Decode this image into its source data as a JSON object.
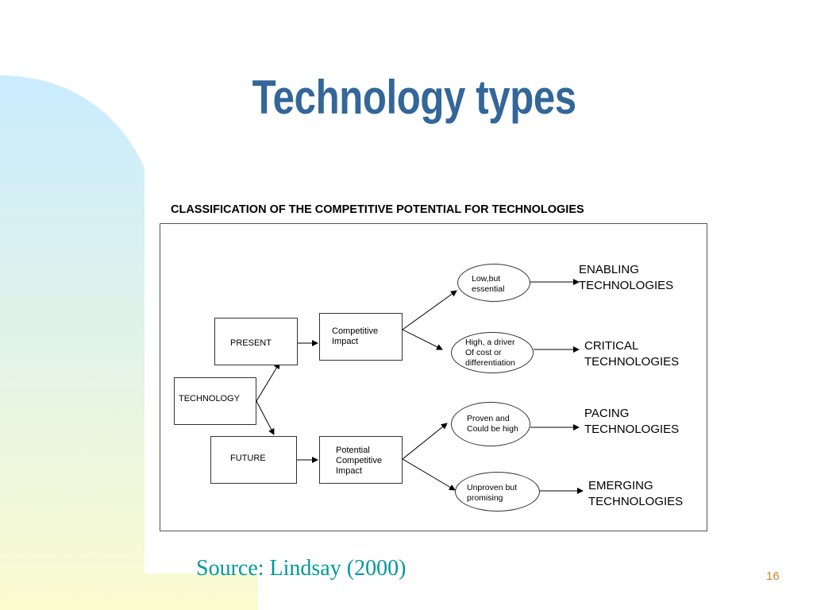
{
  "slide": {
    "title": "Technology types",
    "source": "Source: Lindsay (2000)",
    "page_number": "16"
  },
  "diagram": {
    "heading": "CLASSIFICATION OF THE COMPETITIVE POTENTIAL FOR TECHNOLOGIES",
    "root": "TECHNOLOGY",
    "timeframes": {
      "present": "PRESENT",
      "future": "FUTURE"
    },
    "impacts": {
      "present": "Competitive\nImpact",
      "future": "Potential\nCompetitive\nImpact"
    },
    "outcomes": [
      {
        "label": "Low,but\nessential",
        "category": "ENABLING\nTECHNOLOGIES"
      },
      {
        "label": "High, a driver\nOf cost or\ndifferentiation",
        "category": "CRITICAL\nTECHNOLOGIES"
      },
      {
        "label": "Proven and\nCould be high",
        "category": "PACING\nTECHNOLOGIES"
      },
      {
        "label": "Unproven but\npromising",
        "category": "EMERGING\nTECHNOLOGIES"
      }
    ]
  },
  "colors": {
    "title": "#336699",
    "source": "#009999",
    "page_number": "#d9822b",
    "background_gradient_top": "#c9ecff",
    "background_gradient_bottom": "#fbfbd0"
  }
}
